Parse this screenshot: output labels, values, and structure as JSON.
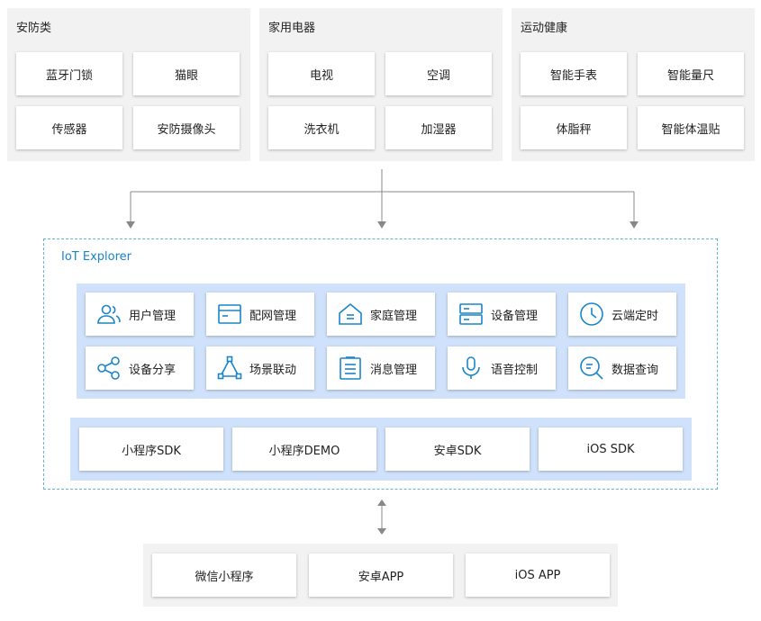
{
  "groups": [
    {
      "title": "安防类",
      "items": [
        "蓝牙门锁",
        "猫眼",
        "传感器",
        "安防摄像头"
      ]
    },
    {
      "title": "家用电器",
      "items": [
        "电视",
        "空调",
        "洗衣机",
        "加湿器"
      ]
    },
    {
      "title": "运动健康",
      "items": [
        "智能手表",
        "智能量尺",
        "体脂秤",
        "智能体温贴"
      ]
    }
  ],
  "platform": {
    "title": "IoT Explorer",
    "functions": [
      {
        "label": "用户管理",
        "icon": "users-icon"
      },
      {
        "label": "配网管理",
        "icon": "browser-window-icon"
      },
      {
        "label": "家庭管理",
        "icon": "home-icon"
      },
      {
        "label": "设备管理",
        "icon": "server-icon"
      },
      {
        "label": "云端定时",
        "icon": "clock-icon"
      },
      {
        "label": "设备分享",
        "icon": "share-icon"
      },
      {
        "label": "场景联动",
        "icon": "linkage-triangle-icon"
      },
      {
        "label": "消息管理",
        "icon": "clipboard-list-icon"
      },
      {
        "label": "语音控制",
        "icon": "microphone-icon"
      },
      {
        "label": "数据查询",
        "icon": "search-icon"
      }
    ],
    "sdks": [
      "小程序SDK",
      "小程序DEMO",
      "安卓SDK",
      "iOS SDK"
    ]
  },
  "apps": [
    "微信小程序",
    "安卓APP",
    "iOS APP"
  ],
  "colors": {
    "accent": "#1a85c9",
    "panel_blue": "#cfe1fb",
    "panel_gray": "#f2f2f2",
    "connector": "#888888"
  }
}
